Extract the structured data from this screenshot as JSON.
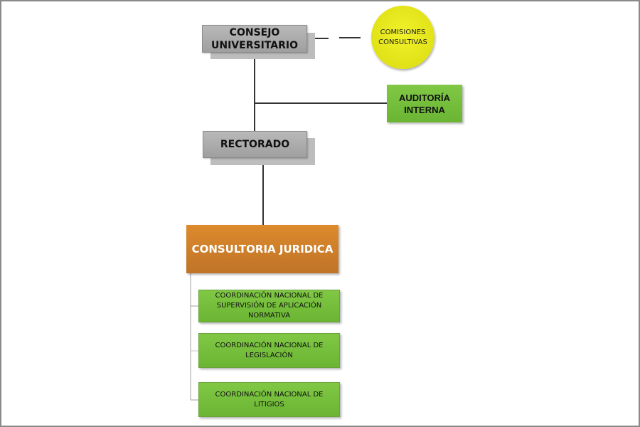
{
  "diagram": {
    "type": "org-chart",
    "nodes": {
      "consejo": {
        "lines": [
          "CONSEJO",
          "UNIVERSITARIO"
        ],
        "color": "#a8a8a8"
      },
      "comisiones": {
        "lines": [
          "COMISIONES",
          "CONSULTIVAS"
        ],
        "color": "#e6e61c"
      },
      "auditoria": {
        "lines": [
          "AUDITORÍA",
          "INTERNA"
        ],
        "color": "#76bf3c"
      },
      "rectorado": {
        "lines": [
          "RECTORADO"
        ],
        "color": "#a8a8a8"
      },
      "consultoria": {
        "lines": [
          "CONSULTORIA JURIDICA"
        ],
        "color": "#d07f2a"
      },
      "coord_supervision": {
        "lines": [
          "COORDINACIÓN NACIONAL DE",
          "SUPERVISIÓN DE APLICACIÓN",
          "NORMATIVA"
        ],
        "color": "#76bf3c"
      },
      "coord_legislacion": {
        "lines": [
          "COORDINACIÓN NACIONAL DE",
          "LEGISLACIÓN"
        ],
        "color": "#76bf3c"
      },
      "coord_litigios": {
        "lines": [
          "COORDINACIÓN NACIONAL DE",
          "LITIGIOS"
        ],
        "color": "#76bf3c"
      }
    },
    "edges": [
      {
        "from": "consejo",
        "to": "comisiones",
        "style": "dashed"
      },
      {
        "from": "consejo",
        "to": "auditoria",
        "style": "solid"
      },
      {
        "from": "consejo",
        "to": "rectorado",
        "style": "solid"
      },
      {
        "from": "rectorado",
        "to": "consultoria",
        "style": "solid"
      },
      {
        "from": "consultoria",
        "to": "coord_supervision",
        "style": "solid"
      },
      {
        "from": "consultoria",
        "to": "coord_legislacion",
        "style": "solid"
      },
      {
        "from": "consultoria",
        "to": "coord_litigios",
        "style": "solid"
      }
    ]
  }
}
